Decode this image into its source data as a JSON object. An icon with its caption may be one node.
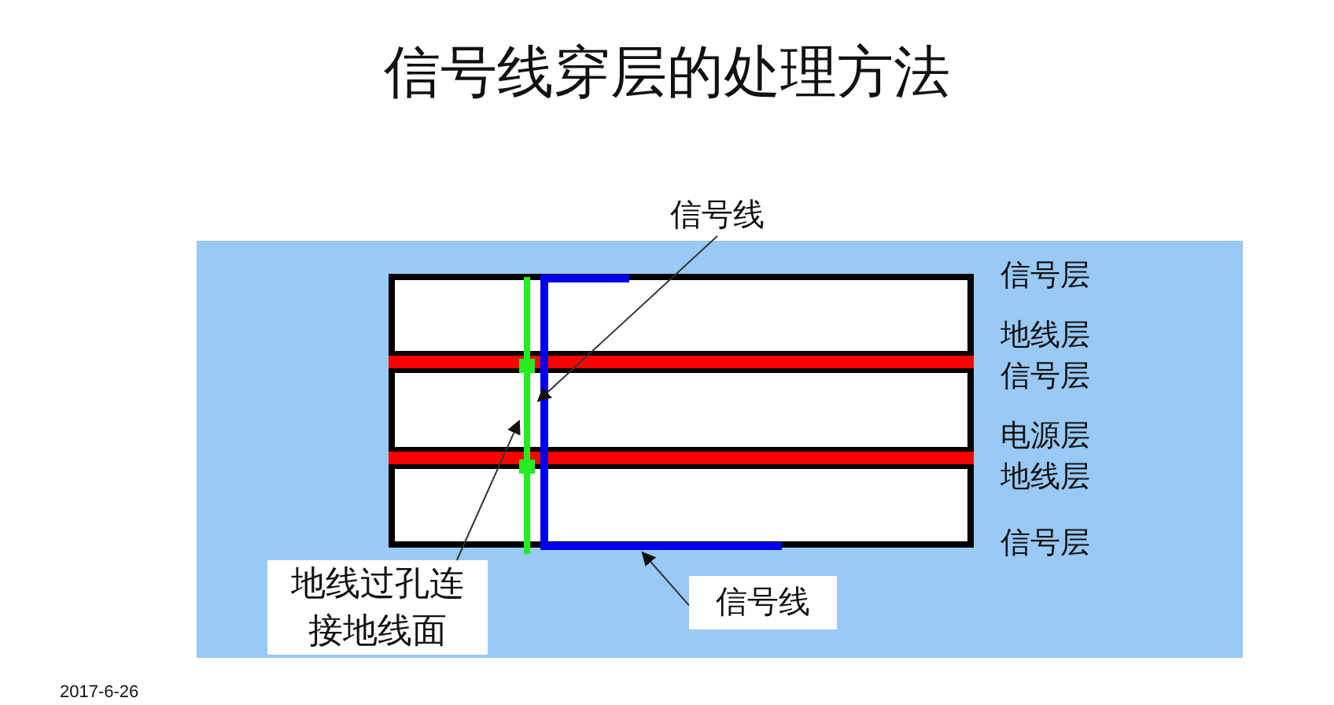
{
  "diagram": {
    "title": "信号线穿层的处理方法",
    "nodes": [
      {
        "text": [
          "信号线"
        ]
      },
      {
        "text": [],
        "shape": "bar"
      },
      {
        "text": [],
        "shape": "line"
      },
      {
        "text": [
          "地线过孔连接地线面"
        ]
      },
      {
        "text": [
          "信号线"
        ]
      }
    ],
    "edges": [
      {
        "from": 0,
        "to": 2,
        "arrow": "to"
      },
      {
        "from": 3,
        "to": 1,
        "arrow": "to"
      },
      {
        "from": 4,
        "to": 2,
        "arrow": "to"
      }
    ],
    "labels": [
      "信号层",
      "地线层",
      "信号层",
      "电源层",
      "地线层",
      "信号层",
      "2017-6-26"
    ]
  }
}
